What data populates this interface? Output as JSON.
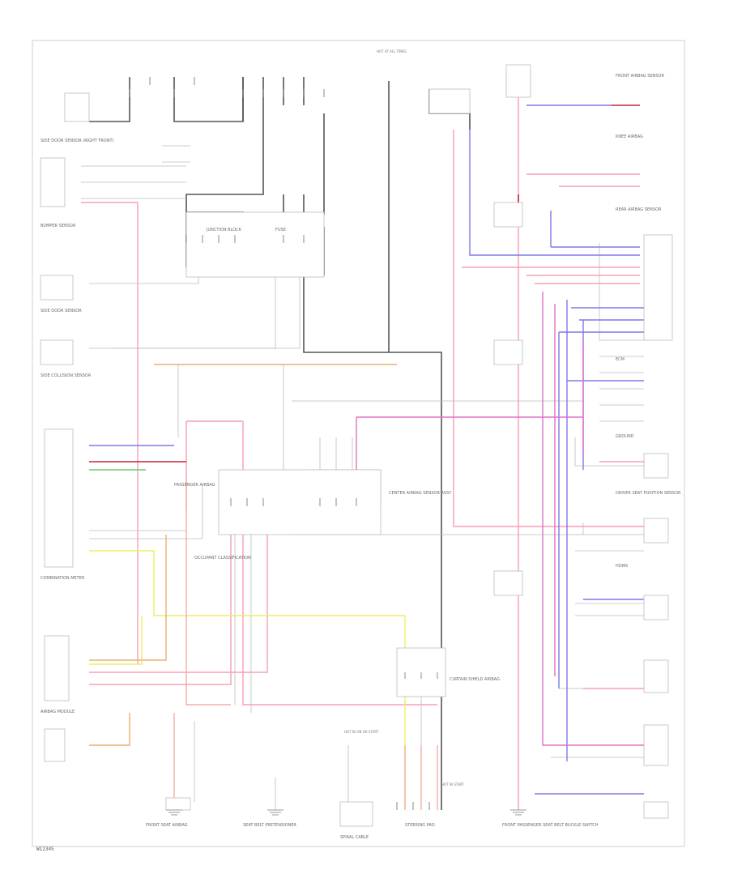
{
  "diagram": {
    "corner_code": "W12345",
    "notes": [
      "HOT AT ALL TIMES",
      "HOT IN ON OR START",
      "HOT IN START"
    ],
    "components": {
      "door_sensor_rf": "SIDE DOOR SENSOR (RIGHT FRONT)",
      "bumper_sensor": "BUMPER SENSOR",
      "door_sensor_left": "SIDE DOOR SENSOR",
      "side_collision": "SIDE COLLISION SENSOR",
      "combo_meter": "COMBINATION METER",
      "airbag_module": "AIRBAG MODULE",
      "pass_airbag": "PASSENGER AIRBAG",
      "occupant_sensor": "OCCUPANT CLASSIFICATION",
      "curtain_shield": "CURTAIN SHIELD AIRBAG",
      "front_seat_airbag": "FRONT SEAT AIRBAG",
      "pretensioner": "SEAT BELT PRETENSIONER",
      "spiral_cable": "SPIRAL CABLE",
      "steering_pad": "STEERING PAD",
      "airbag_sensor_assy": "CENTER AIRBAG SENSOR ASSY",
      "front_airbag_sensor": "FRONT AIRBAG SENSOR",
      "knee_airbag": "KNEE AIRBAG",
      "rear_sensor": "REAR AIRBAG SENSOR",
      "junction_block": "JUNCTION BLOCK",
      "fuse": "FUSE",
      "ecm": "ECM",
      "ground": "GROUND",
      "driver_seat": "DRIVER SEAT POSITION SENSOR",
      "front_pass_seat": "FRONT PASSENGER SEAT BELT BUCKLE SWITCH",
      "horn": "HORN"
    }
  }
}
